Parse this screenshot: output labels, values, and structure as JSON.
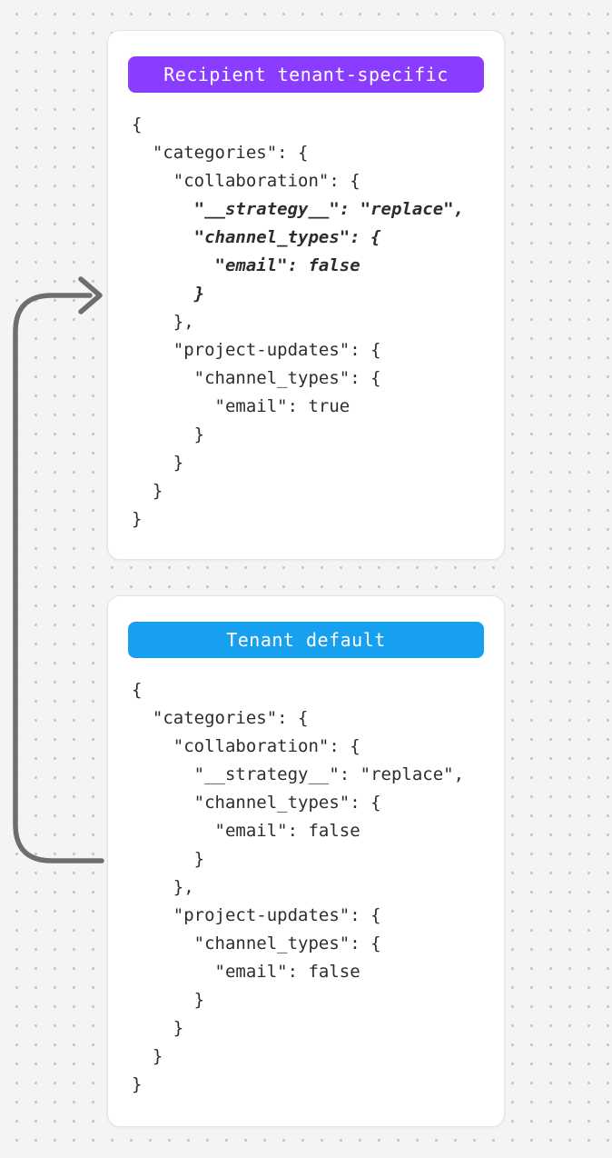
{
  "canvas": {
    "background_color": "#f4f4f5",
    "dot_color": "#c7c7ca"
  },
  "arrow": {
    "description": "curved arrow from tenant-default card pointing up to recipient tenant-specific card",
    "color": "#6e6e6e"
  },
  "code_text_color": "#2d2d2d",
  "cards": [
    {
      "badge": {
        "label": "Recipient tenant-specific",
        "background_color": "#8b3dff",
        "text_color": "#ffffff"
      },
      "code_lines": [
        {
          "text": "{",
          "emphasized": false
        },
        {
          "text": "  \"categories\": {",
          "emphasized": false
        },
        {
          "text": "    \"collaboration\": {",
          "emphasized": false
        },
        {
          "text": "      \"__strategy__\": \"replace\",",
          "emphasized": true
        },
        {
          "text": "      \"channel_types\": {",
          "emphasized": true
        },
        {
          "text": "        \"email\": false",
          "emphasized": true
        },
        {
          "text": "      }",
          "emphasized": true
        },
        {
          "text": "    },",
          "emphasized": false
        },
        {
          "text": "    \"project-updates\": {",
          "emphasized": false
        },
        {
          "text": "      \"channel_types\": {",
          "emphasized": false
        },
        {
          "text": "        \"email\": true",
          "emphasized": false
        },
        {
          "text": "      }",
          "emphasized": false
        },
        {
          "text": "    }",
          "emphasized": false
        },
        {
          "text": "  }",
          "emphasized": false
        },
        {
          "text": "}",
          "emphasized": false
        }
      ]
    },
    {
      "badge": {
        "label": "Tenant default",
        "background_color": "#18a0f0",
        "text_color": "#ffffff"
      },
      "code_lines": [
        {
          "text": "{",
          "emphasized": false
        },
        {
          "text": "  \"categories\": {",
          "emphasized": false
        },
        {
          "text": "    \"collaboration\": {",
          "emphasized": false
        },
        {
          "text": "      \"__strategy__\": \"replace\",",
          "emphasized": false
        },
        {
          "text": "      \"channel_types\": {",
          "emphasized": false
        },
        {
          "text": "        \"email\": false",
          "emphasized": false
        },
        {
          "text": "      }",
          "emphasized": false
        },
        {
          "text": "    },",
          "emphasized": false
        },
        {
          "text": "    \"project-updates\": {",
          "emphasized": false
        },
        {
          "text": "      \"channel_types\": {",
          "emphasized": false
        },
        {
          "text": "        \"email\": false",
          "emphasized": false
        },
        {
          "text": "      }",
          "emphasized": false
        },
        {
          "text": "    }",
          "emphasized": false
        },
        {
          "text": "  }",
          "emphasized": false
        },
        {
          "text": "}",
          "emphasized": false
        }
      ]
    }
  ]
}
